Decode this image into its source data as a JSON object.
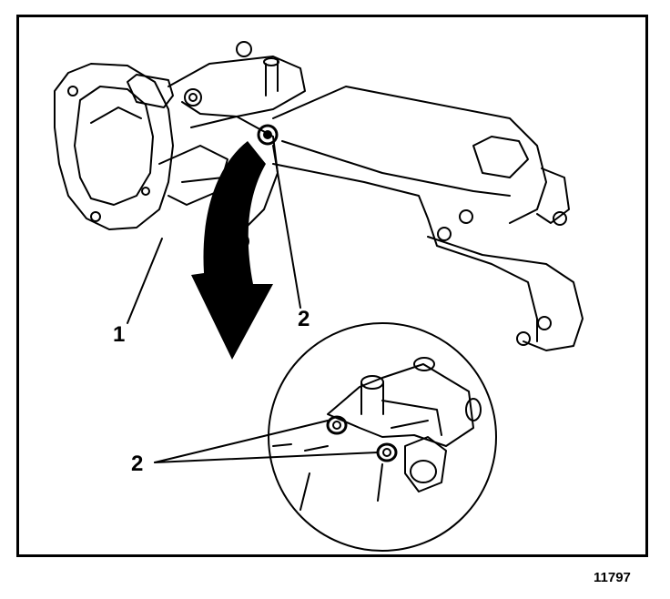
{
  "figure": {
    "callouts": {
      "part_1": "1",
      "part_2_main": "2",
      "part_2_detail": "2"
    },
    "figure_number": "11797"
  },
  "colors": {
    "line": "#000000",
    "background": "#ffffff"
  }
}
